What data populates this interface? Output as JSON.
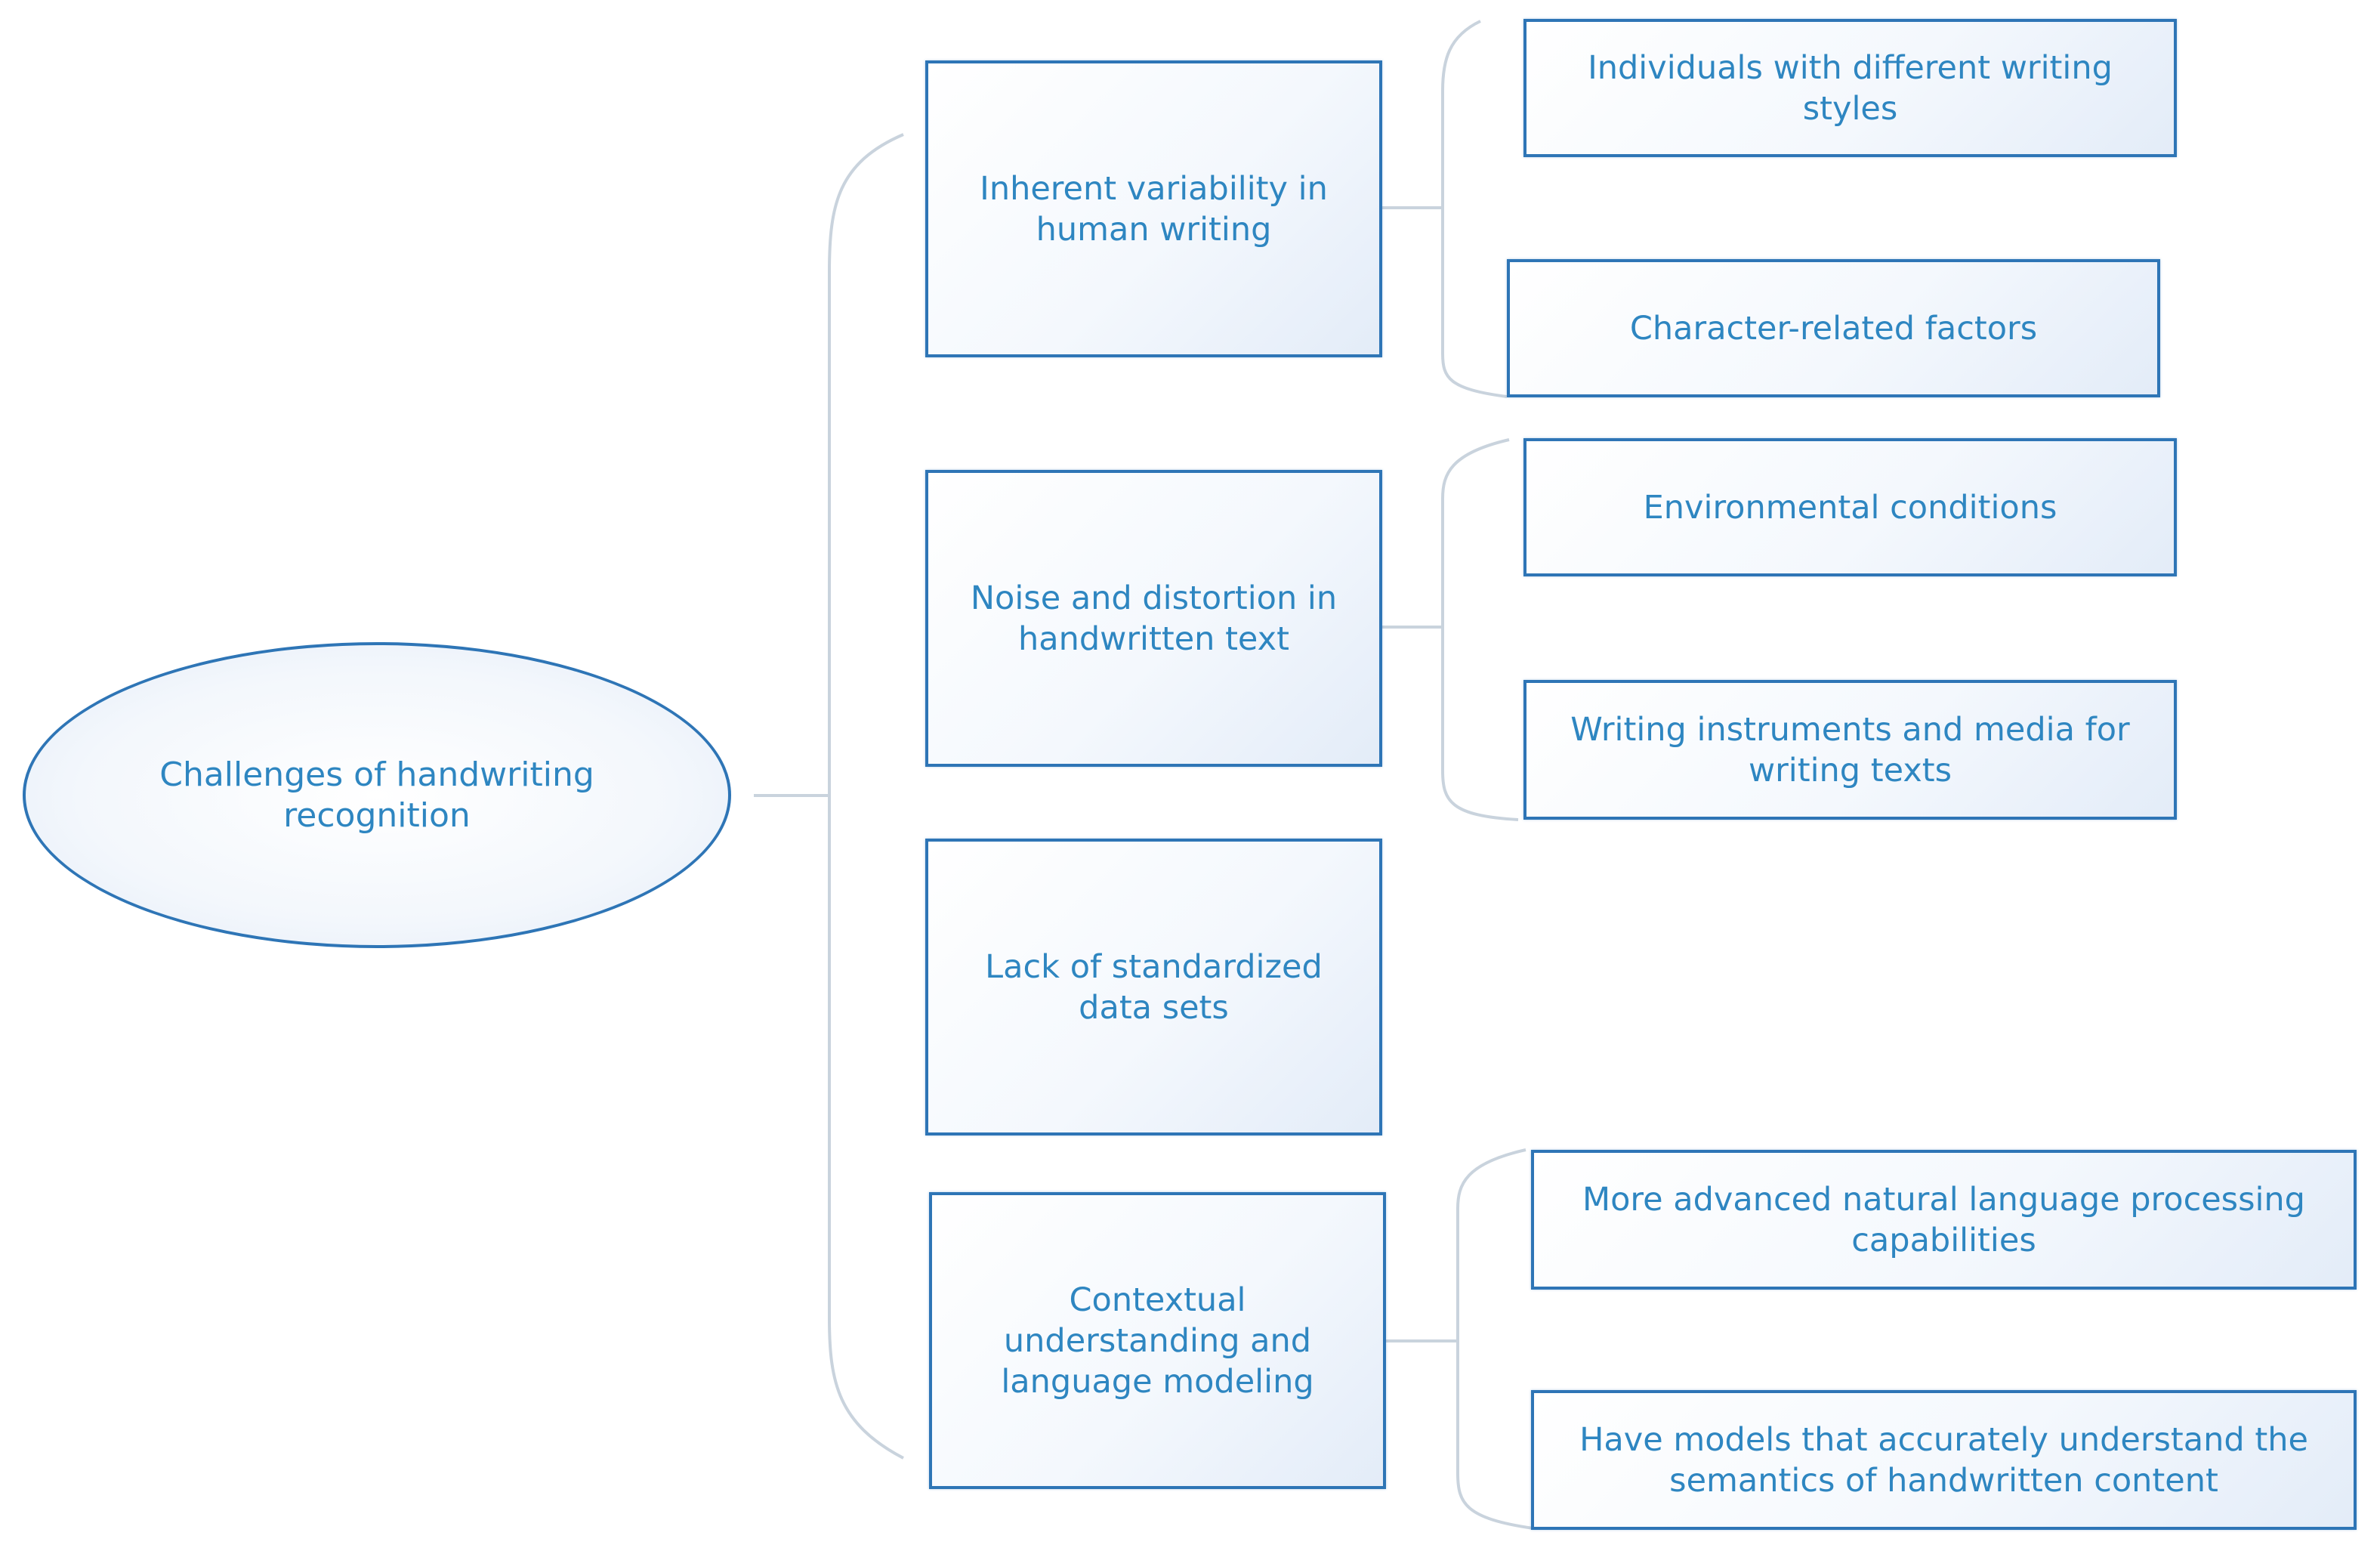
{
  "colors": {
    "accent": "#2e75b6",
    "text": "#2e86c1",
    "connector": "#c9d3dd"
  },
  "root": {
    "label": "Challenges of handwriting recognition"
  },
  "categories": [
    {
      "label": "Inherent variability in human writing",
      "children": [
        "Individuals with different writing styles",
        "Character-related factors"
      ]
    },
    {
      "label": "Noise and distortion in handwritten text",
      "children": [
        "Environmental conditions",
        "Writing instruments and media for writing texts"
      ]
    },
    {
      "label": "Lack of standardized data sets",
      "children": []
    },
    {
      "label": "Contextual understanding and language modeling",
      "children": [
        "More advanced natural language processing capabilities",
        "Have models that accurately understand the semantics of handwritten content"
      ]
    }
  ]
}
